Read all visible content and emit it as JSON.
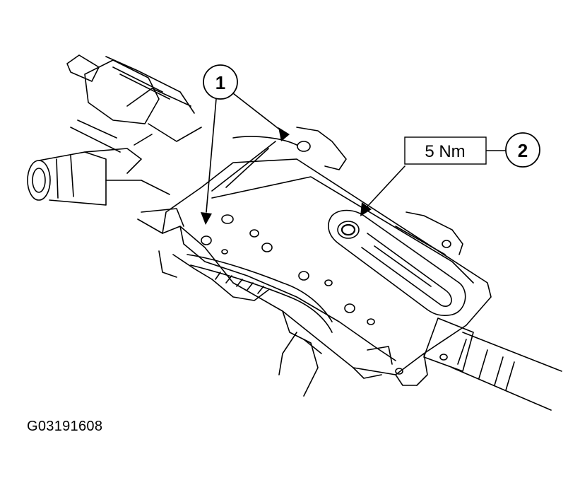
{
  "figure": {
    "callouts": [
      {
        "id": "1",
        "label": "1"
      },
      {
        "id": "2",
        "label": "2"
      }
    ],
    "torque_label": "5 Nm",
    "figure_id": "G03191608"
  }
}
